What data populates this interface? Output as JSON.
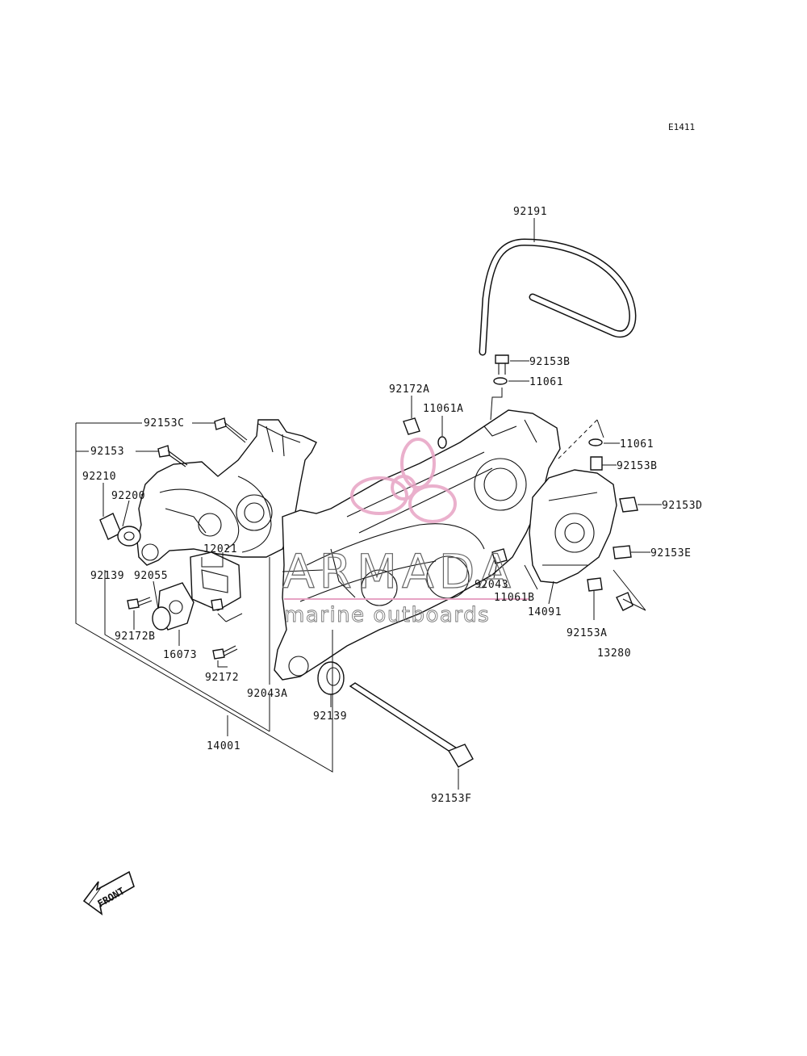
{
  "diagram_code": "E1411",
  "part_labels": {
    "p92191": "92191",
    "p92153B_top": "92153B",
    "p11061_top": "11061",
    "p92172A": "92172A",
    "p11061A": "11061A",
    "p92153C": "92153C",
    "p92153": "92153",
    "p11061_right": "11061",
    "p92153B_right": "92153B",
    "p92210": "92210",
    "p92200": "92200",
    "p92153D": "92153D",
    "p12021": "12021",
    "p92153E": "92153E",
    "p92139_left": "92139",
    "p92055": "92055",
    "p92043": "92043",
    "p11061B": "11061B",
    "p14091": "14091",
    "p92172B": "92172B",
    "p16073": "16073",
    "p92153A": "92153A",
    "p13280": "13280",
    "p92172": "92172",
    "p92043A": "92043A",
    "p92139_bottom": "92139",
    "p14001": "14001",
    "p92153F": "92153F"
  },
  "front_indicator": "FRONT",
  "watermark": {
    "brand": "ARMADA",
    "tagline": "marine outboards",
    "logo_color": "#e7a3c4"
  }
}
